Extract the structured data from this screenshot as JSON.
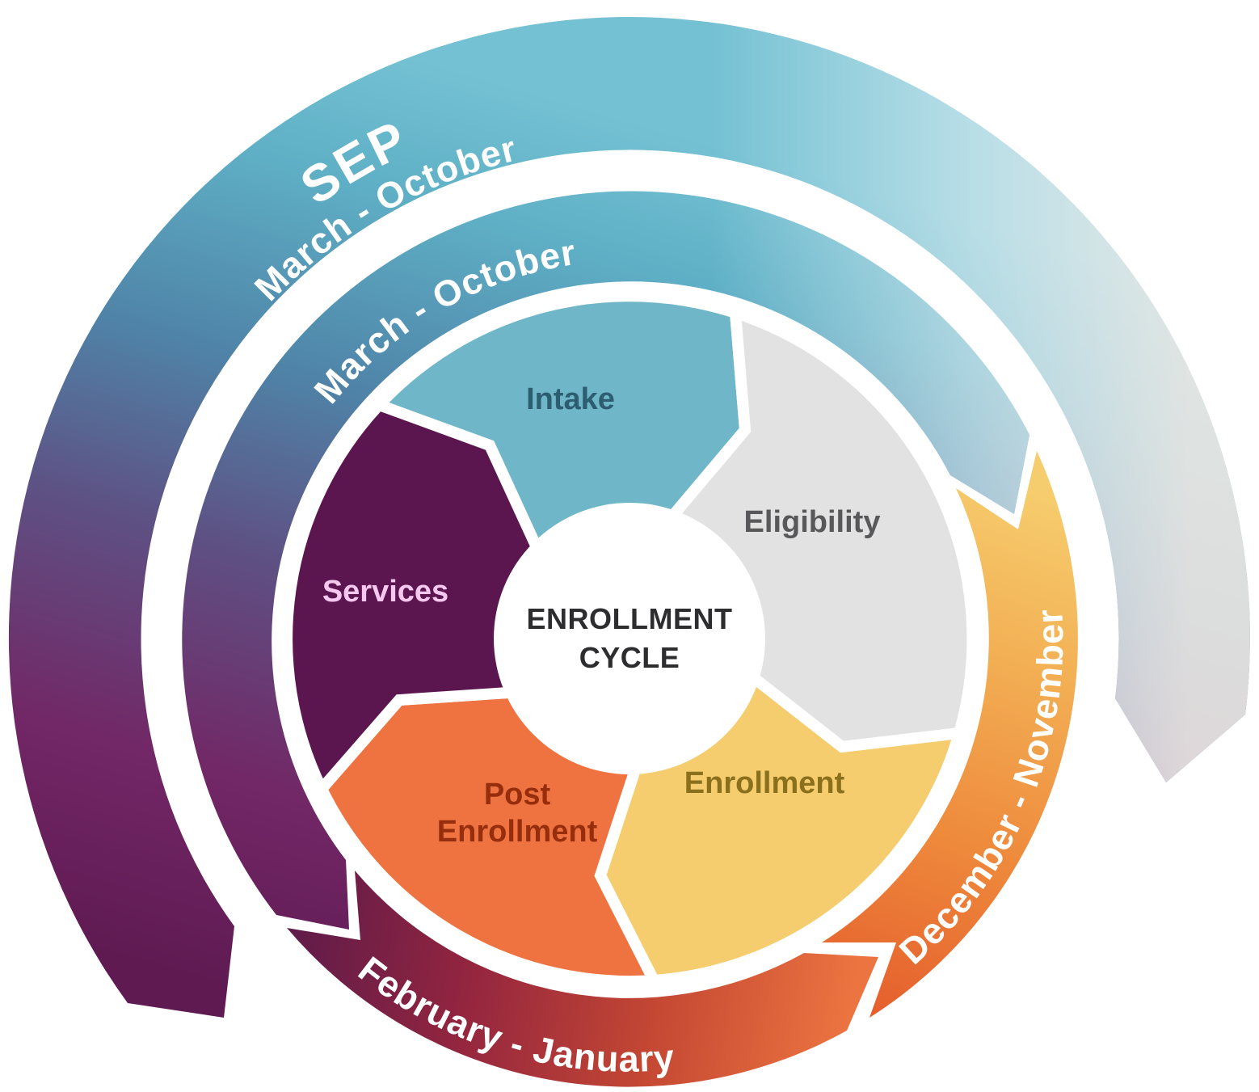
{
  "diagram": {
    "name": "Enrollment Cycle diagram",
    "center_title": {
      "line1": "ENROLLMENT",
      "line2": "CYCLE",
      "color": "#2d2d2f"
    }
  },
  "segments": [
    {
      "label": "Intake",
      "color": "#6fb7c8",
      "label_color": "#2c5d70"
    },
    {
      "label": "Eligibility",
      "color": "#e3e2e2",
      "label_color": "#58585a"
    },
    {
      "label": "Enrollment",
      "color": "#f5cd6e",
      "label_color": "#8a701c"
    },
    {
      "label": "Post Enrollment",
      "label_line1": "Post",
      "label_line2": "Enrollment",
      "color": "#ef7340",
      "label_color": "#962e0e"
    },
    {
      "label": "Services",
      "color": "#5c164f",
      "label_color": "#f5c8ef"
    }
  ],
  "rings": {
    "outer_sep": {
      "name": "SEP",
      "period": "March - October",
      "text_color": "#ffffff"
    },
    "middle_march_oct": {
      "period": "March - October",
      "text_color": "#ffffff"
    },
    "december_november": {
      "period": "December - November",
      "text_color": "#ffffff"
    },
    "february_january": {
      "period": "February - January",
      "text_color": "#ffffff"
    }
  },
  "gradients": {
    "teal_purple_band": [
      "#5f1a52",
      "#722766",
      "#5e5083",
      "#4f84a8",
      "#5fb0c6",
      "#74c1d3"
    ],
    "feb_jan_band": [
      "#5e1b4a",
      "#93253f",
      "#c44733",
      "#ec7440"
    ],
    "dec_nov_band": [
      "#e55f2d",
      "#ee8a3c",
      "#f3b055",
      "#f6cd6e"
    ]
  }
}
